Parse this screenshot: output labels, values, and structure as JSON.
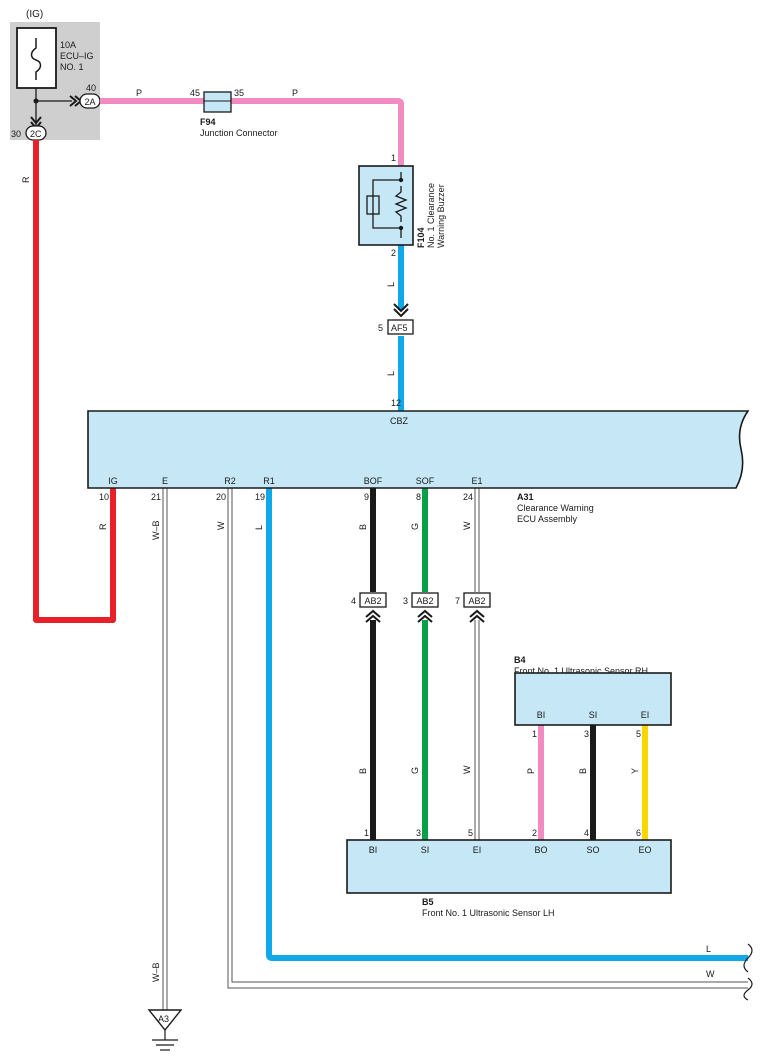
{
  "fuse_box": {
    "ig_label": "(IG)",
    "fuse_rating": "10A",
    "fuse_name_line1": "ECU–IG",
    "fuse_name_line2": "NO. 1",
    "pin_40": "40",
    "conn_2a": "2A",
    "pin_30": "30",
    "conn_2c": "2C"
  },
  "junction": {
    "id": "F94",
    "name": "Junction Connector",
    "pin_in": "45",
    "pin_out": "35"
  },
  "buzzer": {
    "id": "F104",
    "name_line1": "No. 1 Clearance",
    "name_line2": "Warning Buzzer",
    "pin_1": "1",
    "pin_2": "2"
  },
  "af5": {
    "pin": "5",
    "label": "AF5"
  },
  "ecu": {
    "id": "A31",
    "name_line1": "Clearance Warning",
    "name_line2": "ECU Assembly",
    "cbz_pin": "12",
    "cbz_label": "CBZ",
    "terminals": [
      {
        "pin": "10",
        "label": "IG"
      },
      {
        "pin": "21",
        "label": "E"
      },
      {
        "pin": "20",
        "label": "R2"
      },
      {
        "pin": "19",
        "label": "R1"
      },
      {
        "pin": "9",
        "label": "BOF"
      },
      {
        "pin": "8",
        "label": "SOF"
      },
      {
        "pin": "24",
        "label": "E1"
      }
    ]
  },
  "ab2_connectors": [
    {
      "pin": "4",
      "label": "AB2"
    },
    {
      "pin": "3",
      "label": "AB2"
    },
    {
      "pin": "7",
      "label": "AB2"
    }
  ],
  "sensor_rh": {
    "id": "B4",
    "name": "Front No. 1 Ultrasonic Sensor RH",
    "terminals": [
      {
        "pin": "1",
        "label": "BI"
      },
      {
        "pin": "3",
        "label": "SI"
      },
      {
        "pin": "5",
        "label": "EI"
      }
    ]
  },
  "sensor_lh": {
    "id": "B5",
    "name": "Front No. 1 Ultrasonic Sensor LH",
    "terminals": [
      {
        "pin": "1",
        "label": "BI"
      },
      {
        "pin": "3",
        "label": "SI"
      },
      {
        "pin": "5",
        "label": "EI"
      },
      {
        "pin": "2",
        "label": "BO"
      },
      {
        "pin": "4",
        "label": "SO"
      },
      {
        "pin": "6",
        "label": "EO"
      }
    ]
  },
  "ground": {
    "label": "A3"
  },
  "wire_codes": {
    "p_top_left": "P",
    "p_top_right": "P",
    "r_left": "R",
    "l_buzzer_lower": "L",
    "l_af5_lower": "L",
    "r_ig": "R",
    "wb_e": "W–B",
    "w_r2": "W",
    "l_r1": "L",
    "b_bof": "B",
    "g_sof": "G",
    "w_e1": "W",
    "b_bof_lower": "B",
    "g_sof_lower": "G",
    "w_e1_lower": "W",
    "p_bo": "P",
    "b_so": "B",
    "y_eo": "Y",
    "wb_ground": "W–B",
    "l_exit": "L",
    "w_exit": "W"
  },
  "colors": {
    "pink": "#f08cc0",
    "red": "#e8202a",
    "blue": "#10a8e8",
    "black": "#1a1a1a",
    "green": "#0aa04a",
    "yellow": "#f8d800",
    "component_fill": "#c6e8f6",
    "fuse_box_fill": "#cfcfcf"
  }
}
